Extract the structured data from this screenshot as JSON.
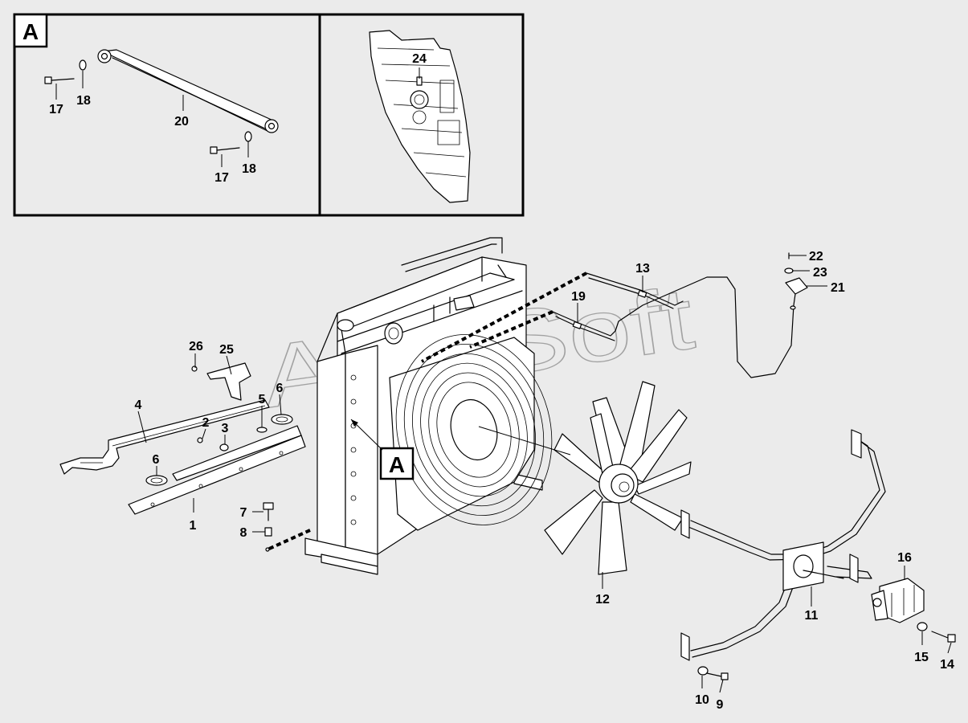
{
  "watermark": "AutoSoft",
  "detail_view": {
    "label": "A"
  },
  "main_view": {
    "reference_label": "A"
  },
  "callouts": [
    {
      "id": "c17a",
      "text": "17"
    },
    {
      "id": "c18a",
      "text": "18"
    },
    {
      "id": "c20",
      "text": "20"
    },
    {
      "id": "c17b",
      "text": "17"
    },
    {
      "id": "c18b",
      "text": "18"
    },
    {
      "id": "c24",
      "text": "24"
    },
    {
      "id": "c22",
      "text": "22"
    },
    {
      "id": "c23",
      "text": "23"
    },
    {
      "id": "c21",
      "text": "21"
    },
    {
      "id": "c13",
      "text": "13"
    },
    {
      "id": "c19",
      "text": "19"
    },
    {
      "id": "c26",
      "text": "26"
    },
    {
      "id": "c25",
      "text": "25"
    },
    {
      "id": "c4",
      "text": "4"
    },
    {
      "id": "c5",
      "text": "5"
    },
    {
      "id": "c6a",
      "text": "6"
    },
    {
      "id": "c2",
      "text": "2"
    },
    {
      "id": "c3",
      "text": "3"
    },
    {
      "id": "c6b",
      "text": "6"
    },
    {
      "id": "c1",
      "text": "1"
    },
    {
      "id": "c7",
      "text": "7"
    },
    {
      "id": "c8",
      "text": "8"
    },
    {
      "id": "c12",
      "text": "12"
    },
    {
      "id": "c16",
      "text": "16"
    },
    {
      "id": "c11",
      "text": "11"
    },
    {
      "id": "c15",
      "text": "15"
    },
    {
      "id": "c14",
      "text": "14"
    },
    {
      "id": "c10",
      "text": "10"
    },
    {
      "id": "c9",
      "text": "9"
    }
  ]
}
